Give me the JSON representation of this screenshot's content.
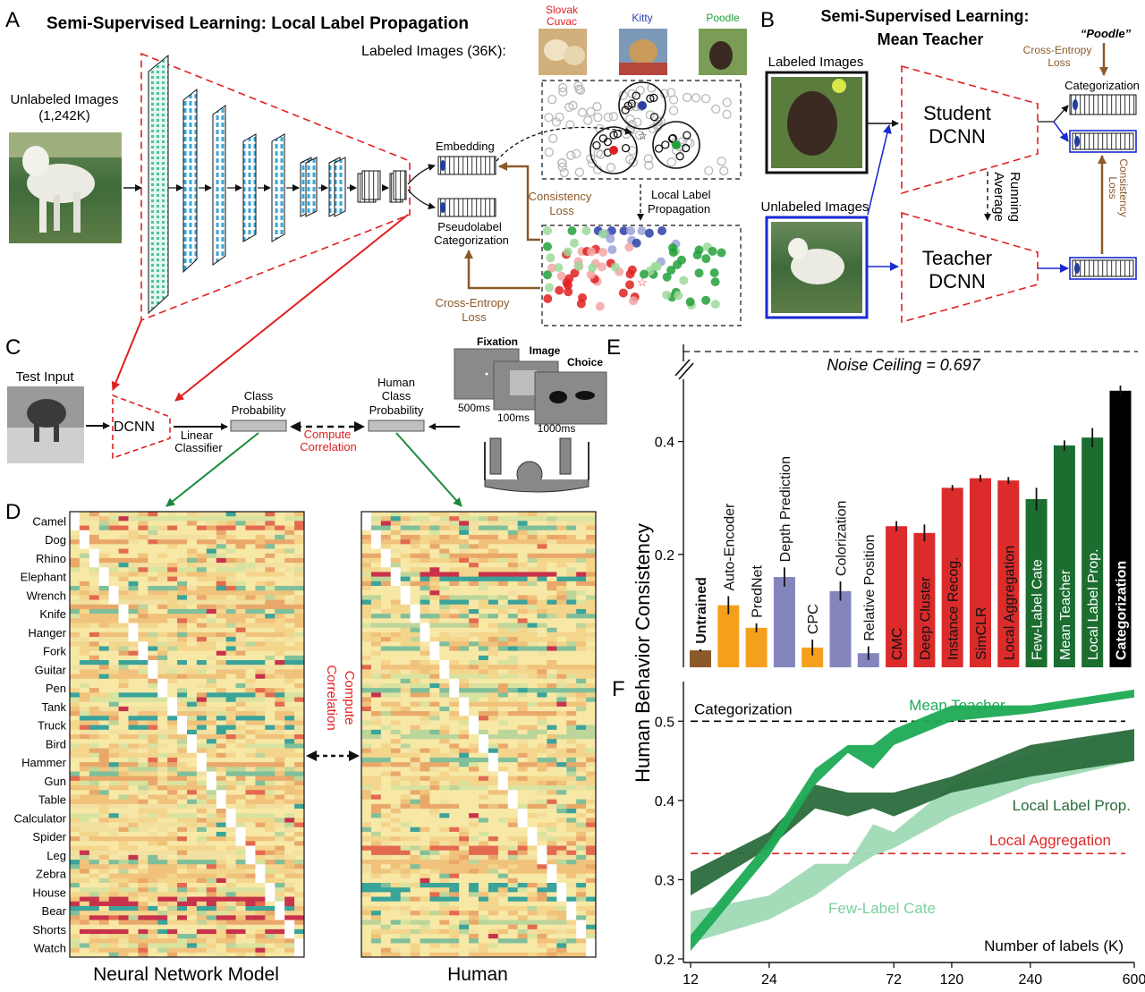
{
  "panels": {
    "a": {
      "letter": "A",
      "title": "Semi-Supervised Learning: Local Label Propagation",
      "unlabeled_line1": "Unlabeled Images",
      "unlabeled_line2": "(1,242K)",
      "labeled": "Labeled Images (36K):",
      "classes": [
        {
          "line1": "Slovak",
          "line2": "Cuvac",
          "color": "#e02020"
        },
        {
          "line1": "Kitty",
          "line2": "",
          "color": "#2a3fa8"
        },
        {
          "line1": "Poodle",
          "line2": "",
          "color": "#22a03a"
        }
      ],
      "embedding": "Embedding",
      "pseudo_line1": "Pseudolabel",
      "pseudo_line2": "Categorization",
      "consistency_line1": "Consistency",
      "consistency_line2": "Loss",
      "xent_line1": "Cross-Entropy",
      "xent_line2": "Loss",
      "llp_line1": "Local Label",
      "llp_line2": "Propagation"
    },
    "b": {
      "letter": "B",
      "title_line1": "Semi-Supervised Learning:",
      "title_line2": "Mean Teacher",
      "labeled": "Labeled Images",
      "unlabeled": "Unlabeled Images",
      "student_line1": "Student",
      "student_line2": "DCNN",
      "teacher_line1": "Teacher",
      "teacher_line2": "DCNN",
      "running_line1": "Running",
      "running_line2": "Average",
      "poodle": "“Poodle”",
      "xent_line1": "Cross-Entropy",
      "xent_line2": "Loss",
      "categorization": "Categorization",
      "consistency_line1": "Consistency",
      "consistency_line2": "Loss"
    },
    "c": {
      "letter": "C",
      "test_input": "Test Input",
      "dcnn": "DCNN",
      "linear_line1": "Linear",
      "linear_line2": "Classifier",
      "class_line1": "Class",
      "class_line2": "Probability",
      "human_line1": "Human",
      "human_line2": "Class",
      "human_line3": "Probability",
      "compute_line1": "Compute",
      "compute_line2": "Correlation",
      "fixation": "Fixation",
      "image": "Image",
      "choice": "Choice",
      "t1": "500ms",
      "t2": "100ms",
      "t3": "1000ms"
    },
    "d": {
      "letter": "D",
      "categories": [
        "Camel",
        "Dog",
        "Rhino",
        "Elephant",
        "Wrench",
        "Knife",
        "Hanger",
        "Fork",
        "Guitar",
        "Pen",
        "Tank",
        "Truck",
        "Bird",
        "Hammer",
        "Gun",
        "Table",
        "Calculator",
        "Spider",
        "Leg",
        "Zebra",
        "House",
        "Bear",
        "Shorts",
        "Watch"
      ],
      "model_label": "Neural Network Model",
      "human_label": "Human",
      "compute_line1": "Compute",
      "compute_line2": "Correlation"
    },
    "e": {
      "letter": "E",
      "noise_ceiling": "Noise Ceiling = 0.697"
    },
    "f": {
      "letter": "F"
    },
    "shared_ylabel": "Human Behavior Consistency"
  },
  "chart_data": [
    {
      "type": "bar",
      "panel": "E",
      "ylim": [
        0,
        0.697
      ],
      "yticks": [
        0.2,
        0.4
      ],
      "noise_ceiling": 0.697,
      "categories": [
        "Untrained",
        "Auto-Encoder",
        "PredNet",
        "Depth Prediction",
        "CPC",
        "Colorization",
        "Relative Position",
        "CMC",
        "Deep Cluster",
        "Instance Recog.",
        "SimCLR",
        "Local Aggregation",
        "Few-Label Cate",
        "Mean Teacher",
        "Local Label Prop.",
        "Categorization"
      ],
      "values": [
        0.03,
        0.11,
        0.07,
        0.16,
        0.035,
        0.135,
        0.025,
        0.25,
        0.238,
        0.318,
        0.335,
        0.331,
        0.298,
        0.393,
        0.407,
        0.49
      ],
      "errors": [
        0.002,
        0.016,
        0.008,
        0.017,
        0.014,
        0.017,
        0.012,
        0.009,
        0.015,
        0.005,
        0.006,
        0.006,
        0.02,
        0.009,
        0.017,
        0.009
      ],
      "colors": [
        "#8b5a2b",
        "#f5a01d",
        "#f5a01d",
        "#8585bd",
        "#f5a01d",
        "#8585bd",
        "#8585bd",
        "#dc2b2b",
        "#dc2b2b",
        "#dc2b2b",
        "#dc2b2b",
        "#dc2b2b",
        "#1b6e30",
        "#1b6e30",
        "#1b6e30",
        "#000000"
      ]
    },
    {
      "type": "area",
      "panel": "F",
      "xlabel": "Number of labels (K)",
      "xscale": "log",
      "xticks": [
        12,
        24,
        72,
        120,
        240,
        600
      ],
      "xlim": [
        12,
        600
      ],
      "ylim": [
        0.2,
        0.55
      ],
      "yticks": [
        0.2,
        0.3,
        0.4,
        0.5
      ],
      "reference_lines": [
        {
          "name": "Categorization",
          "y": 0.5,
          "color": "#000000"
        },
        {
          "name": "Local Aggregation",
          "y": 0.333,
          "color": "#dc2b2b"
        }
      ],
      "series": [
        {
          "name": "Mean Teacher",
          "color": "#1daa55",
          "x": [
            12,
            24,
            36,
            48,
            60,
            72,
            120,
            240,
            600
          ],
          "lower": [
            0.21,
            0.33,
            0.42,
            0.46,
            0.44,
            0.47,
            0.5,
            0.51,
            0.53
          ],
          "upper": [
            0.23,
            0.35,
            0.44,
            0.47,
            0.47,
            0.49,
            0.52,
            0.52,
            0.54
          ]
        },
        {
          "name": "Local Label Prop.",
          "color": "#2b6b3c",
          "x": [
            12,
            24,
            36,
            48,
            60,
            72,
            120,
            240,
            600
          ],
          "lower": [
            0.28,
            0.34,
            0.39,
            0.38,
            0.39,
            0.38,
            0.41,
            0.43,
            0.45
          ],
          "upper": [
            0.31,
            0.36,
            0.42,
            0.41,
            0.41,
            0.41,
            0.43,
            0.47,
            0.49
          ]
        },
        {
          "name": "Few-Label Cate",
          "color": "#9fdab5",
          "x": [
            12,
            24,
            36,
            48,
            60,
            72,
            120,
            240,
            600
          ],
          "lower": [
            0.22,
            0.25,
            0.28,
            0.31,
            0.33,
            0.34,
            0.38,
            0.42,
            0.45
          ],
          "upper": [
            0.26,
            0.28,
            0.32,
            0.32,
            0.37,
            0.36,
            0.42,
            0.46,
            0.49
          ]
        }
      ]
    }
  ]
}
